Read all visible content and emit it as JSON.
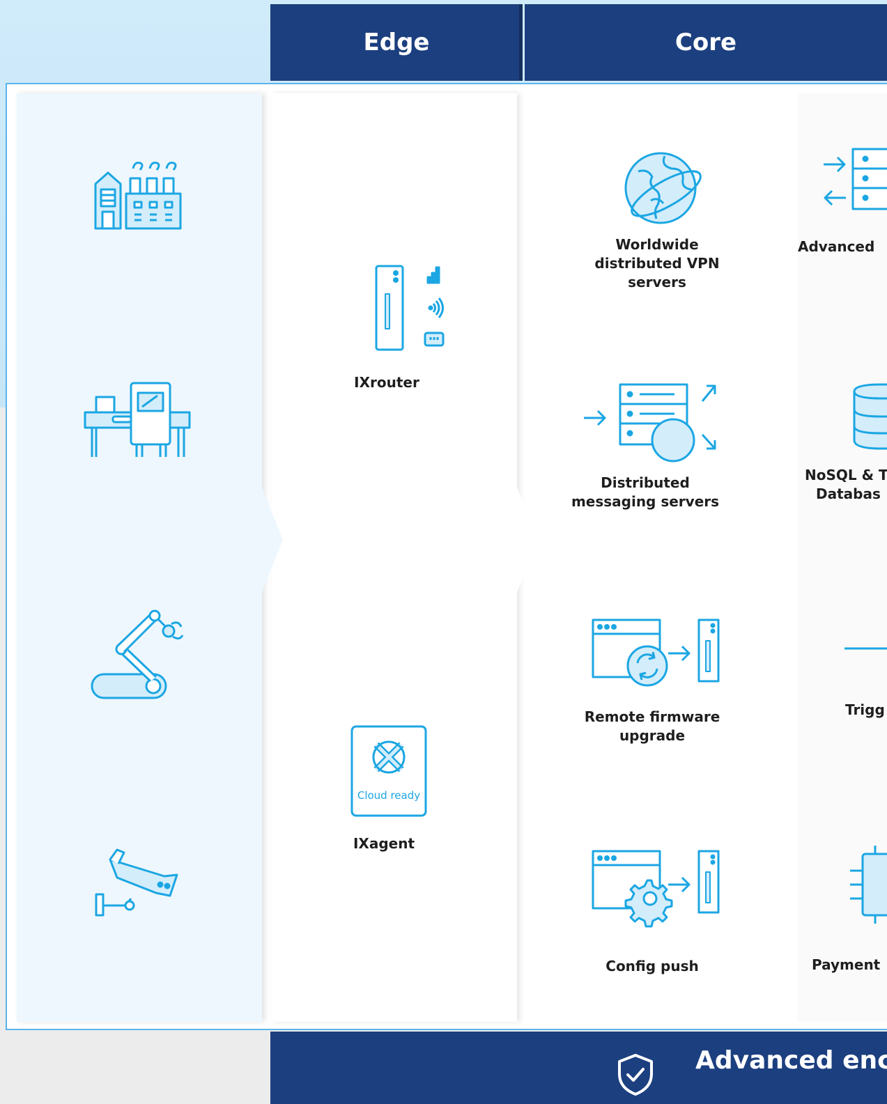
{
  "headers": {
    "edge": "Edge",
    "core": "Core"
  },
  "devices": {
    "icons": [
      "factory-icon",
      "machine-workstation-icon",
      "robot-arm-icon",
      "security-camera-icon"
    ]
  },
  "edge": {
    "items": [
      {
        "label": "IXrouter",
        "icon": "router-icon"
      },
      {
        "label": "IXagent",
        "icon": "cloud-agent-icon",
        "badge": "Cloud ready"
      }
    ]
  },
  "core": {
    "items": [
      {
        "label": "Worldwide distributed VPN servers",
        "icon": "globe-icon"
      },
      {
        "label": "Distributed messaging servers",
        "icon": "messaging-servers-icon"
      },
      {
        "label": "Remote firmware upgrade",
        "icon": "firmware-upgrade-icon"
      },
      {
        "label": "Config push",
        "icon": "config-push-icon"
      }
    ],
    "right_items": [
      {
        "label": "Advanced",
        "icon": "server-arrows-icon"
      },
      {
        "label_line1": "NoSQL & T",
        "label_line2": "Databas",
        "icon": "database-icon"
      },
      {
        "label": "Trigg",
        "icon": "trigger-icon"
      },
      {
        "label": "Payment",
        "icon": "chip-icon"
      }
    ]
  },
  "footer": {
    "text": "Advanced enc",
    "icon": "shield-check-icon"
  },
  "colors": {
    "navy": "#1c3f7f",
    "icon_blue": "#1ba6e3",
    "icon_fill": "#d3edfb",
    "frame": "#5ab4ea"
  }
}
